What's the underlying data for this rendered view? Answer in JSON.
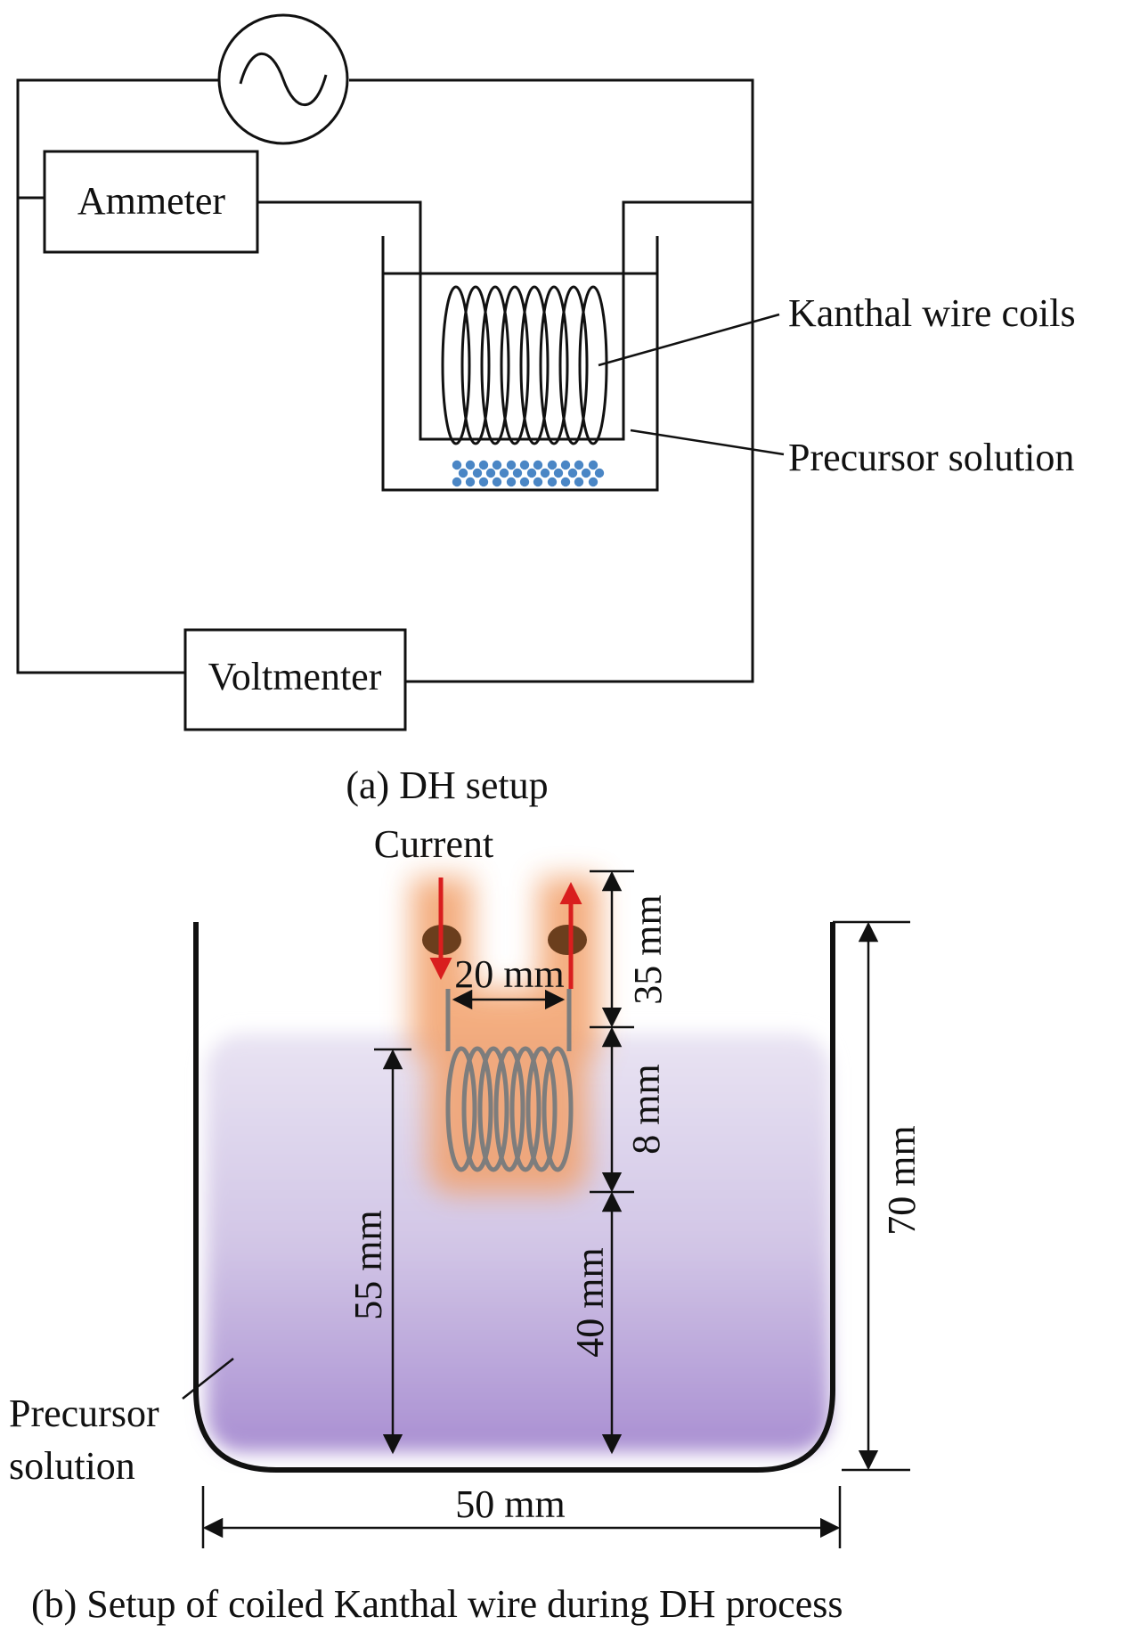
{
  "panel_a": {
    "ammeter_label": "Ammeter",
    "voltmeter_label": "Voltmenter",
    "kanthal_label": "Kanthal wire coils",
    "precursor_label": "Precursor solution",
    "caption": "(a) DH setup",
    "ac_source_icon": "ac-source-icon"
  },
  "panel_b": {
    "current_label": "Current",
    "dim_20": "20 mm",
    "dim_35": "35 mm",
    "dim_8": "8 mm",
    "dim_70": "70 mm",
    "dim_55": "55 mm",
    "dim_40": "40 mm",
    "dim_50": "50 mm",
    "precursor_line1": "Precursor",
    "precursor_line2": "solution",
    "caption": "(b) Setup of coiled Kanthal wire during DH process"
  },
  "colors": {
    "line": "#111111",
    "bubbles": "#4a86c5",
    "solution_top": "#e4def0",
    "solution_bottom": "#ab93d3",
    "glow": "#f2a06a",
    "coil": "#7d7d7d",
    "arrow": "#d91e1e",
    "electrode": "#6b3e1d"
  }
}
